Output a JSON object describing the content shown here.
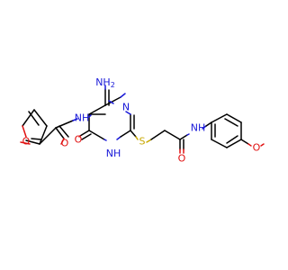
{
  "molecule": {
    "colors": {
      "carbon": "#000000",
      "nitrogen": "#1818d8",
      "oxygen": "#e01010",
      "sulfur": "#c8a800"
    },
    "labels": {
      "furan_o": "O",
      "amide1_nh": "NH",
      "amide1_o": "O",
      "nh2": "NH",
      "nh2_sub": "2",
      "ring_n_top": "N",
      "ring_nh": "NH",
      "ring_o": "O",
      "s": "S",
      "amide2_o": "O",
      "amide2_nh": "NH",
      "h_label": "H",
      "methoxy_o": "O"
    }
  }
}
